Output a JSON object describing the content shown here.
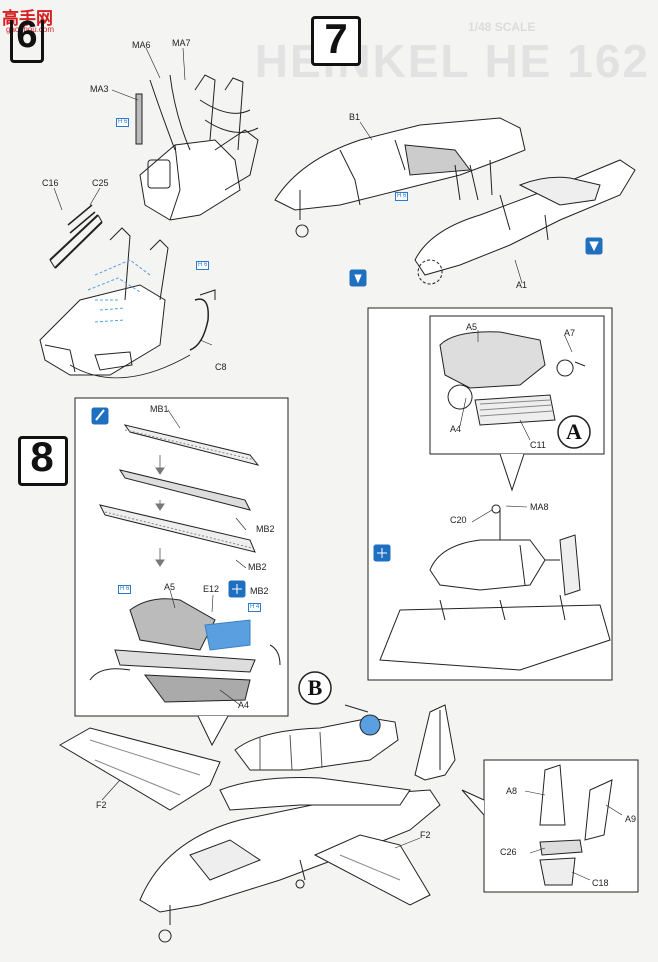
{
  "watermark": {
    "brand": "高手网",
    "url": "gaoshou.com",
    "bg_title": "HEINKEL HE 162",
    "bg_sub": "1/48 SCALE"
  },
  "steps": {
    "six": "6",
    "seven": "7",
    "eight": "8"
  },
  "callouts": {
    "a": "A",
    "b": "B"
  },
  "step6_labels": {
    "ma6": "MA6",
    "ma7": "MA7",
    "ma3": "MA3",
    "c16": "C16",
    "c25": "C25",
    "c8": "C8",
    "h_tag1": "H 6",
    "h_tag2": "H 6"
  },
  "step7_labels": {
    "b1": "B1",
    "a1": "A1",
    "h_tag": "H 6"
  },
  "step8_labels": {
    "mb1": "MB1",
    "mb2a": "MB2",
    "mb2b": "MB2",
    "mb2c": "MB2",
    "a5": "A5",
    "e12": "E12",
    "a4": "A4",
    "f2_left": "F2",
    "f2_right": "F2",
    "h_tag1": "H 6",
    "h_tag2": "H 4"
  },
  "detail_a_labels": {
    "a5": "A5",
    "a7": "A7",
    "a4": "A4",
    "c11": "C11",
    "c20": "C20",
    "ma8": "MA8"
  },
  "tail_labels": {
    "a8": "A8",
    "a9": "A9",
    "c26": "C26",
    "c18": "C18"
  },
  "colors": {
    "icon_blue": "#1f6fc0",
    "ink": "#222222",
    "tag_blue": "#2a7bd0"
  }
}
